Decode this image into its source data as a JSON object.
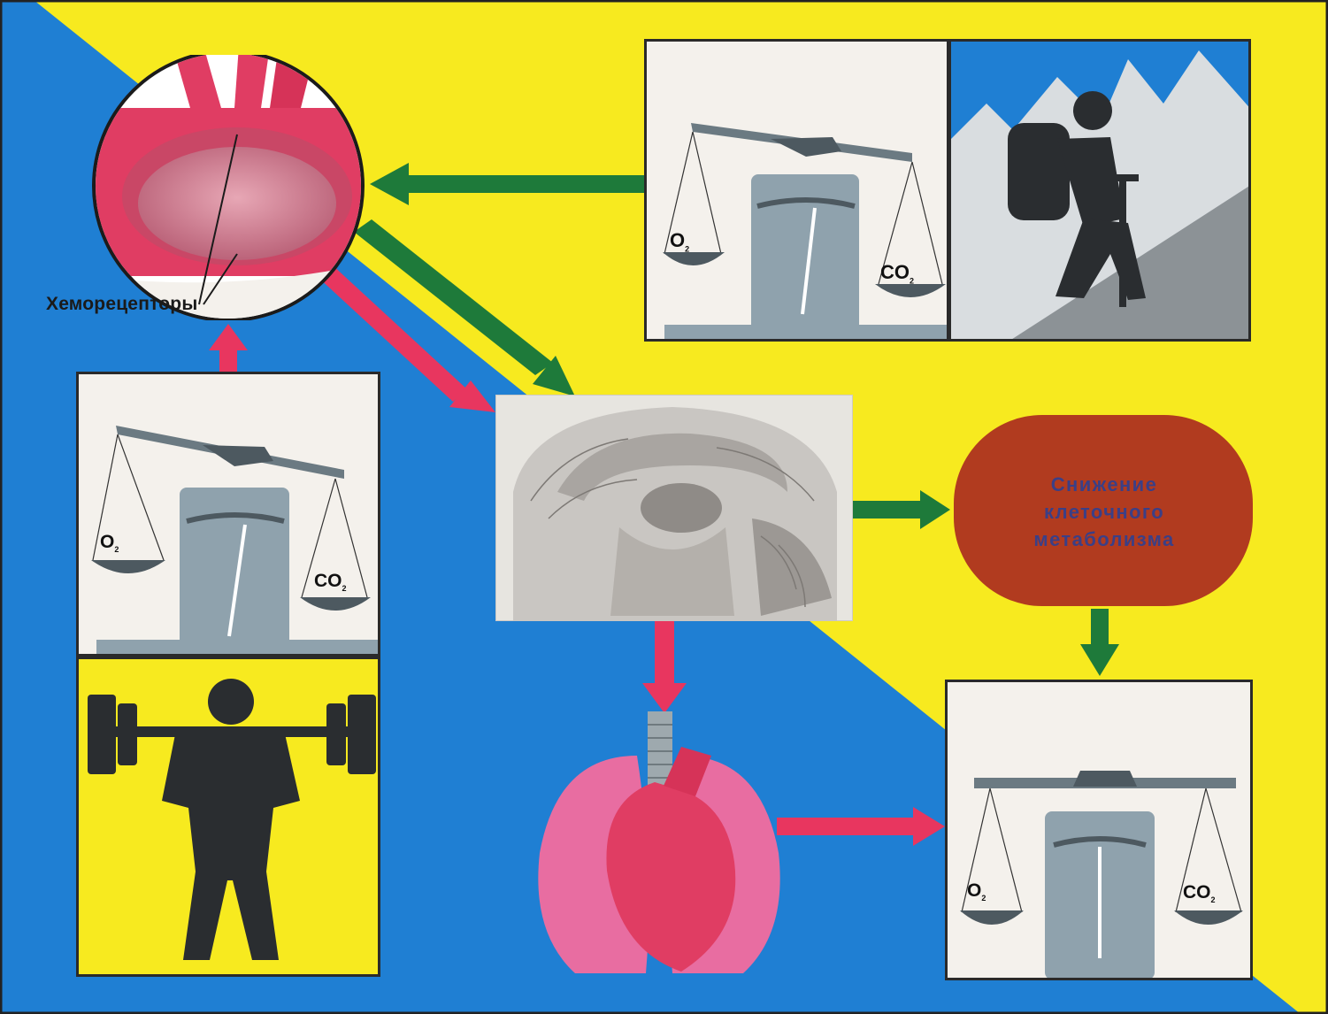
{
  "labels": {
    "chemoreceptors": "Хеморецепторы",
    "metabolism_lines": [
      "Снижение",
      "клеточного",
      "метаболизма"
    ]
  },
  "scales": {
    "o2": "O",
    "o2_sub": "2",
    "co2": "CO",
    "co2_sub": "2"
  },
  "colors": {
    "yellow": "#f7ea1f",
    "blue": "#1f7fd3",
    "green_arrow": "#1e7a3a",
    "red_arrow": "#e8365f",
    "metabolism_node": "#b13b1f",
    "scale_body": "#8fa2ad"
  },
  "icons": {
    "artery": "aorta-chemoreceptor-icon",
    "brain": "brain-section-icon",
    "heart_lungs": "heart-lungs-icon",
    "climber": "mountain-climber-icon",
    "weightlifter": "weightlifter-icon",
    "balance": "balance-scale-icon"
  }
}
